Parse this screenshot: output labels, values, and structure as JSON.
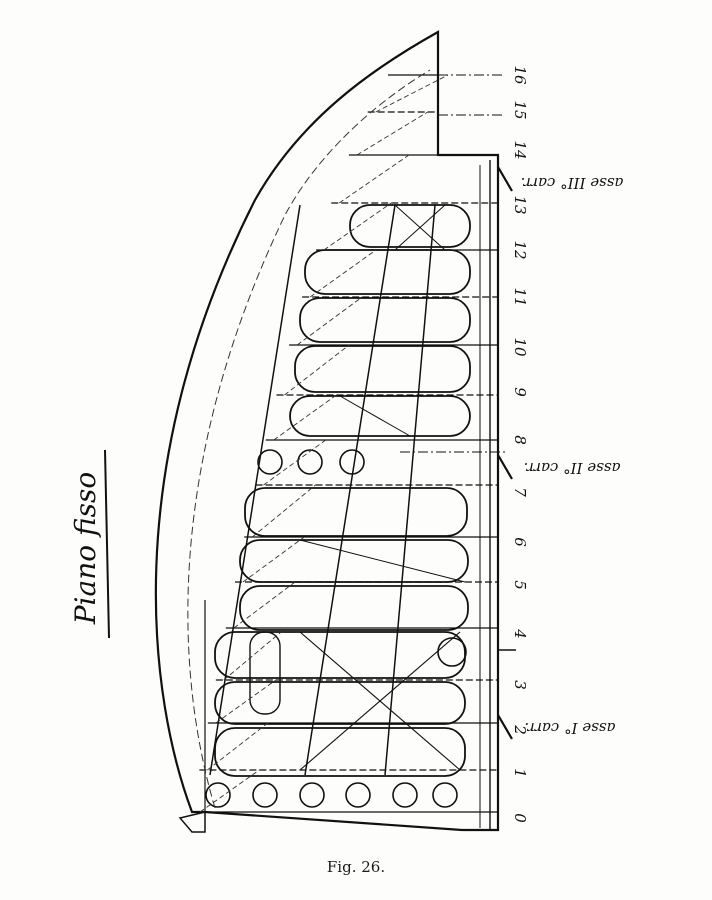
{
  "title": "Piano fisso",
  "caption": "Fig. 26.",
  "frame_labels": [
    "0",
    "1",
    "2",
    "3",
    "4",
    "5",
    "6",
    "7",
    "8",
    "9",
    "10",
    "11",
    "12",
    "13",
    "14",
    "15",
    "16"
  ],
  "axis_labels": [
    "asse I° carr.",
    "asse II° carr.",
    "asse III° carr."
  ],
  "colors": {
    "ink": "#111111",
    "paper": "#fdfdfb"
  }
}
